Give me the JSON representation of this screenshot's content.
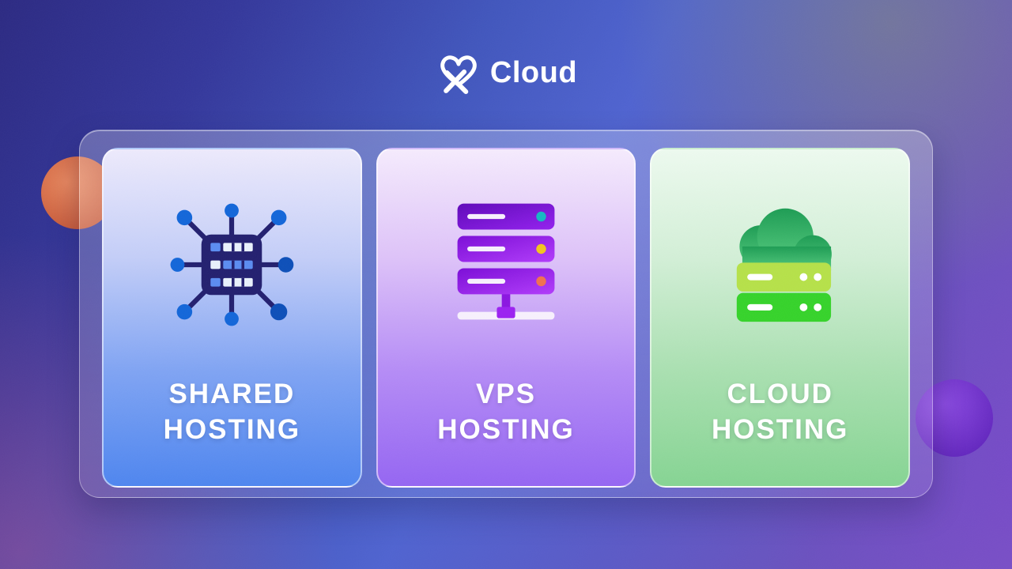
{
  "logo": {
    "brand": "Cloud",
    "icon": "xcloud-heart-x-icon",
    "color": "#ffffff"
  },
  "panel": {
    "style": "glass",
    "border_color": "#ffffff"
  },
  "cards": [
    {
      "id": "shared-hosting",
      "title_line1": "SHARED",
      "title_line2": "HOSTING",
      "icon": "shared-network-server-icon",
      "gradient_top": "#ece9fb",
      "gradient_bottom": "#4e85ee",
      "icon_colors": {
        "server": "#23206f",
        "nodes": "#1366d8",
        "nodes_dark": "#0d4fb8",
        "slats": "#e8f0fb",
        "slat_accent": "#5b8cf0"
      }
    },
    {
      "id": "vps-hosting",
      "title_line1": "VPS",
      "title_line2": "HOSTING",
      "icon": "vps-server-stack-icon",
      "gradient_top": "#f4eafc",
      "gradient_bottom": "#9465f1",
      "icon_colors": {
        "server_dark": "#5f09b8",
        "server_bright": "#b13cfa",
        "dot_top": "#16b6c2",
        "dot_middle": "#f2c41e",
        "dot_bottom": "#f07050",
        "base": "#f6effc"
      }
    },
    {
      "id": "cloud-hosting",
      "title_line1": "CLOUD",
      "title_line2": "HOSTING",
      "icon": "cloud-server-icon",
      "gradient_top": "#ecf9ee",
      "gradient_bottom": "#85d392",
      "icon_colors": {
        "cloud": "#1e9c54",
        "server_top": "#b5e049",
        "server_bottom": "#36d22b",
        "details": "#ffffff"
      }
    }
  ],
  "background": {
    "decor_circle_left": "#c75a3a",
    "decor_circle_right": "#6327be",
    "base_dark": "#2c2a82",
    "base_mid": "#4f63cf",
    "base_light": "#7a55c2"
  }
}
